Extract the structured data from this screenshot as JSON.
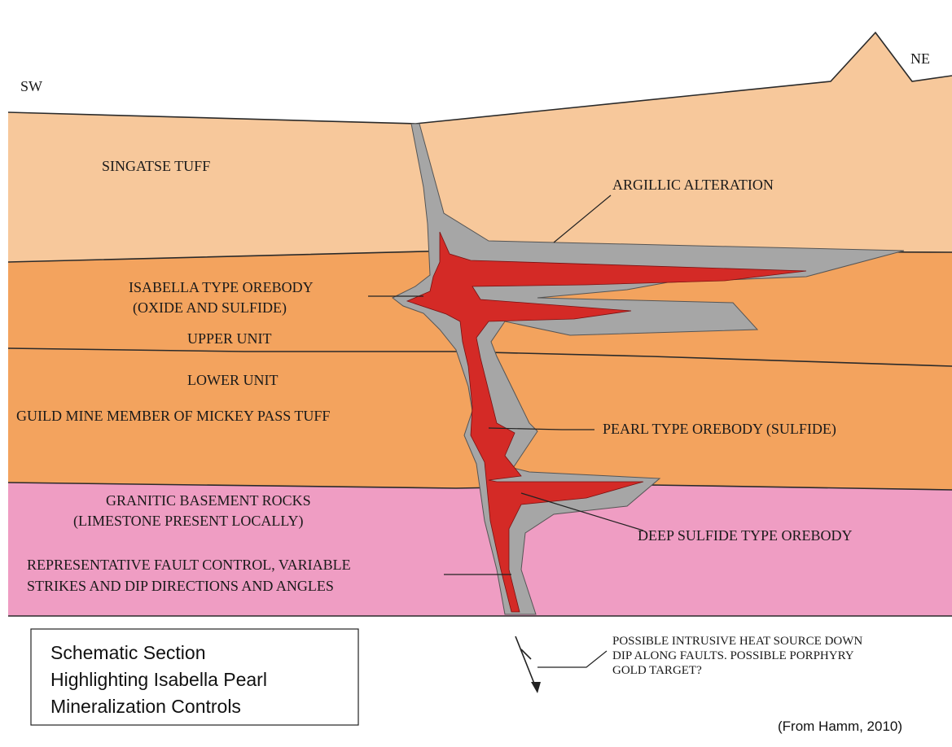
{
  "directions": {
    "sw": "SW",
    "ne": "NE"
  },
  "units": {
    "singatse_tuff": "SINGATSE TUFF",
    "upper_unit": "UPPER UNIT",
    "lower_unit": "LOWER UNIT",
    "guild_mine_member": "GUILD MINE MEMBER OF MICKEY PASS TUFF",
    "granitic_line1": "GRANITIC BASEMENT ROCKS",
    "granitic_line2": "(LIMESTONE PRESENT LOCALLY)"
  },
  "callouts": {
    "argillic": "ARGILLIC ALTERATION",
    "isabella_line1": "ISABELLA TYPE OREBODY",
    "isabella_line2": "(OXIDE AND SULFIDE)",
    "pearl": "PEARL TYPE OREBODY (SULFIDE)",
    "deep_sulfide": "DEEP SULFIDE TYPE OREBODY",
    "fault_line1": "REPRESENTATIVE FAULT CONTROL, VARIABLE",
    "fault_line2": "STRIKES AND  DIP DIRECTIONS AND ANGLES",
    "intrusive_line1": "POSSIBLE INTRUSIVE HEAT SOURCE DOWN",
    "intrusive_line2": "DIP ALONG FAULTS.  POSSIBLE PORPHYRY",
    "intrusive_line3": "GOLD TARGET?"
  },
  "title_box": {
    "line1": "Schematic Section",
    "line2": "Highlighting Isabella Pearl",
    "line3": "Mineralization Controls"
  },
  "credit": "(From Hamm, 2010)",
  "colors": {
    "singatse_tuff": "#F7C89B",
    "mickey_pass_tuff": "#F3A35E",
    "granitic_basement": "#EF9DC3",
    "alteration": "#A6A6A6",
    "orebody": "#D42A26"
  }
}
